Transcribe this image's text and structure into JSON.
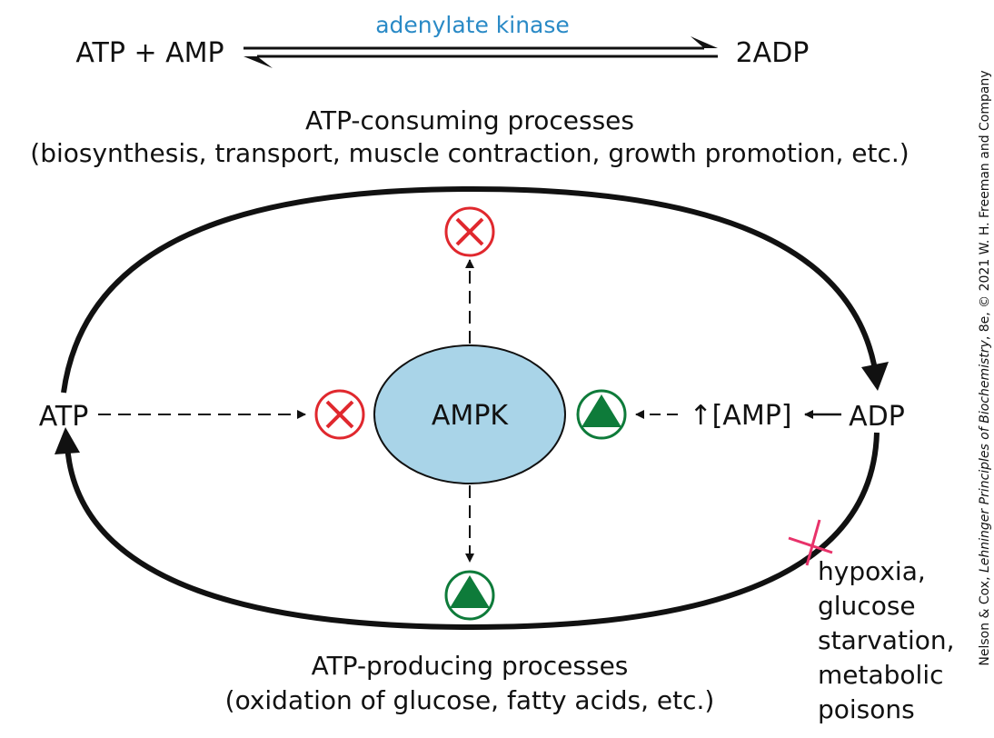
{
  "equation": {
    "left": "ATP + AMP",
    "enzyme": "adenylate kinase",
    "right": "2ADP"
  },
  "consuming": {
    "title": "ATP-consuming processes",
    "detail": "(biosynthesis, transport, muscle contraction, growth promotion, etc.)"
  },
  "producing": {
    "title": "ATP-producing processes",
    "detail": "(oxidation of glucose, fatty acids, etc.)"
  },
  "nodes": {
    "atp": "ATP",
    "adp": "ADP",
    "ampk": "AMPK",
    "amp": "↑[AMP]"
  },
  "stressors": [
    "hypoxia,",
    "glucose",
    "starvation,",
    "metabolic",
    "poisons"
  ],
  "credit": {
    "authors": "Nelson & Cox, ",
    "book": "Lehninger Principles of Biochemistry",
    "rest": ", 8e, © 2021 W. H. Freeman and Company"
  },
  "colors": {
    "ampk_fill": "#a9d4e8",
    "enzyme_text": "#2a8ac6",
    "inhibit_red": "#e0282e",
    "activate_green": "#0e7b3a",
    "block_mark": "#e8326a"
  }
}
